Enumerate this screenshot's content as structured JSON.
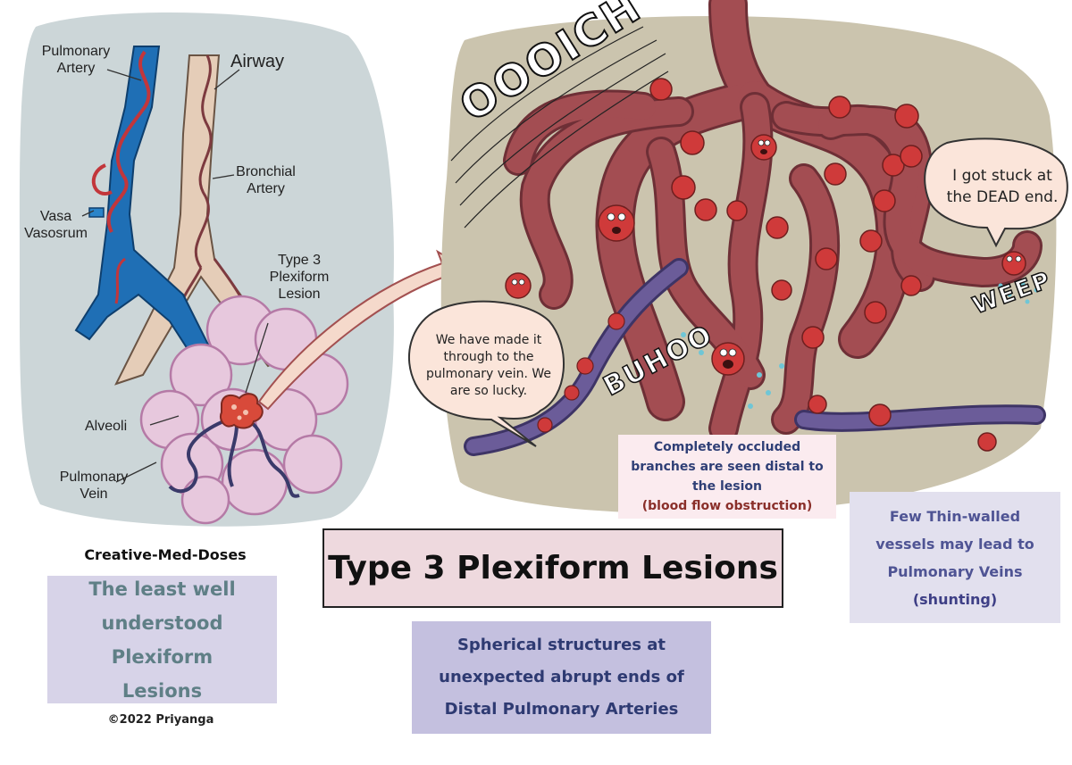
{
  "labels": {
    "pulmonary_artery": "Pulmonary\nArtery",
    "airway": "Airway",
    "bronchial_artery": "Bronchial\nArtery",
    "vasa_vasosrum": "Vasa\nVasosrum",
    "type3_lesion": "Type 3\nPlexiform\nLesion",
    "alveoli": "Alveoli",
    "pulmonary_vein": "Pulmonary\nVein"
  },
  "sound_effects": {
    "oooich": "OOOICH",
    "buhoo": "BUHOO",
    "weep": "WEEP"
  },
  "bubbles": {
    "vein_bubble": "We have made it through to the pulmonary vein. We are so lucky.",
    "dead_end_bubble": "I got stuck at the DEAD end."
  },
  "notes": {
    "occluded": "Completely occluded branches are seen distal to the lesion",
    "occluded_emphasis": "(blood flow obstruction)",
    "thin_walled": "Few Thin-walled vessels may lead to Pulmonary Veins",
    "thin_walled_emphasis": "(shunting)",
    "spherical": "Spherical structures at unexpected abrupt ends of Distal Pulmonary Arteries",
    "least_understood": "The least well understood Plexiform Lesions"
  },
  "title": "Type 3 Plexiform Lesions",
  "brand": "Creative-Med-Doses",
  "copyright": "©2022 Priyanga",
  "colors": {
    "artery_blue": "#1f6fb5",
    "vessel_red": "#a34d52",
    "vein_purple": "#6b5c99",
    "background_panel_left": "#ccd6d8",
    "background_panel_right": "#cbc4ae",
    "lung_pink": "#e7c8dd"
  }
}
